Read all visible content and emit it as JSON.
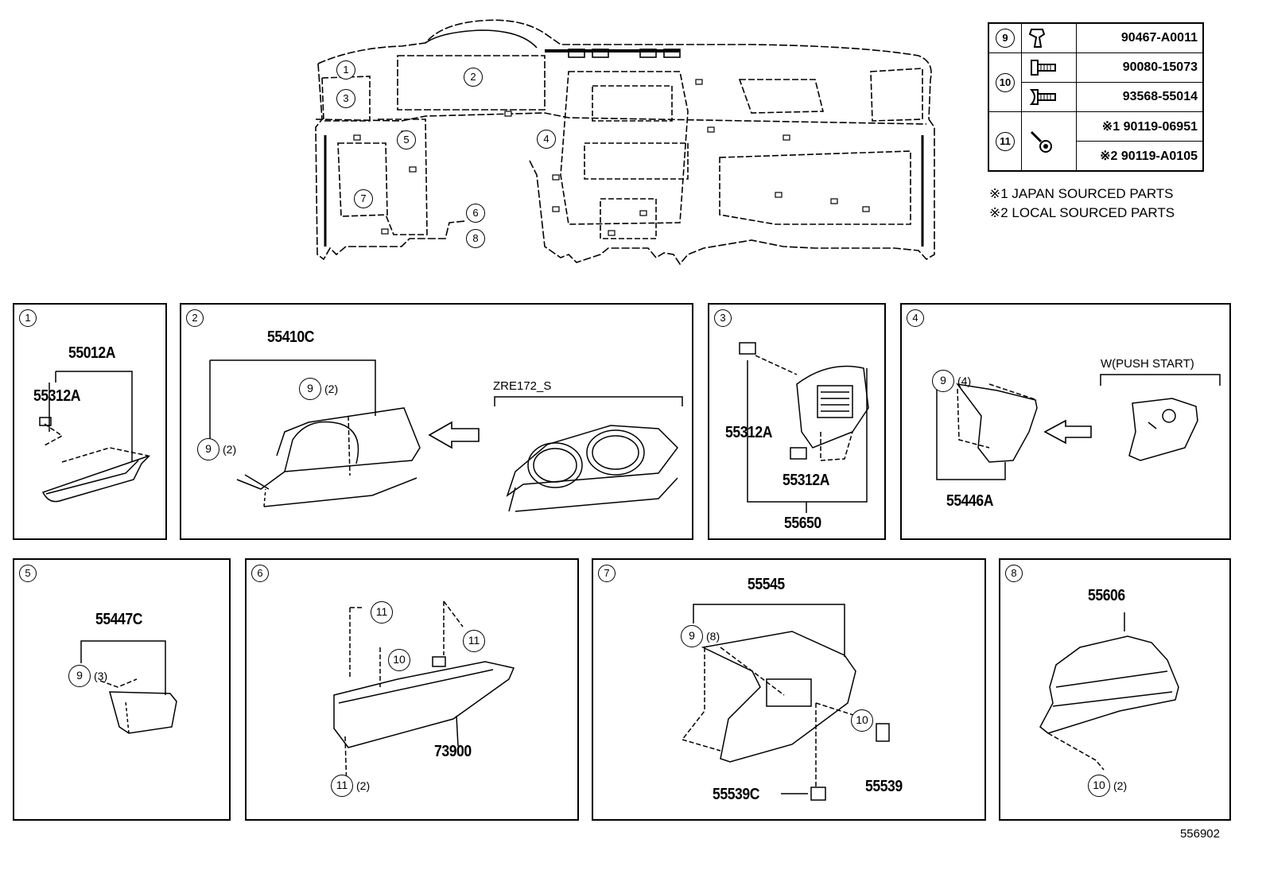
{
  "overview": {
    "callouts": [
      {
        "id": "c1",
        "num": "1"
      },
      {
        "id": "c2",
        "num": "2"
      },
      {
        "id": "c3",
        "num": "3"
      },
      {
        "id": "c4",
        "num": "4"
      },
      {
        "id": "c5",
        "num": "5"
      },
      {
        "id": "c6",
        "num": "6"
      },
      {
        "id": "c7",
        "num": "7"
      },
      {
        "id": "c8",
        "num": "8"
      }
    ]
  },
  "fastener_table": {
    "rows": [
      {
        "ref": "9",
        "part": "90467-A0011",
        "icon": "clip-icon"
      },
      {
        "ref": "10",
        "part": "90080-15073",
        "icon": "screw-icon"
      },
      {
        "ref": "10",
        "part": "93568-55014",
        "icon": "screw-icon"
      },
      {
        "ref": "11",
        "part": "90119-06951",
        "mark": "※1",
        "icon": "bolt-icon"
      },
      {
        "ref": "11",
        "part": "90119-A0105",
        "mark": "※2",
        "icon": "bolt-icon"
      }
    ],
    "notes": [
      "※1 JAPAN SOURCED PARTS",
      "※2 LOCAL SOURCED PARTS"
    ]
  },
  "panels": {
    "p1": {
      "num": "1",
      "labels": {
        "a": "55012A",
        "b": "55312A"
      }
    },
    "p2": {
      "num": "2",
      "labels": {
        "a": "55410C",
        "variant": "ZRE172_S"
      },
      "clips": [
        {
          "ref": "9",
          "qty": "(2)"
        },
        {
          "ref": "9",
          "qty": "(2)"
        }
      ]
    },
    "p3": {
      "num": "3",
      "labels": {
        "a": "55312A",
        "b": "55312A",
        "c": "55650"
      }
    },
    "p4": {
      "num": "4",
      "labels": {
        "a": "55446A",
        "variant": "W(PUSH START)"
      },
      "clips": [
        {
          "ref": "9",
          "qty": "(4)"
        }
      ]
    },
    "p5": {
      "num": "5",
      "labels": {
        "a": "55447C"
      },
      "clips": [
        {
          "ref": "9",
          "qty": "(3)"
        }
      ]
    },
    "p6": {
      "num": "6",
      "labels": {
        "a": "73900"
      },
      "clips": [
        {
          "ref": "11",
          "qty": ""
        },
        {
          "ref": "11",
          "qty": ""
        },
        {
          "ref": "10",
          "qty": ""
        },
        {
          "ref": "11",
          "qty": "(2)"
        }
      ]
    },
    "p7": {
      "num": "7",
      "labels": {
        "a": "55545",
        "b": "55539C",
        "c": "55539"
      },
      "clips": [
        {
          "ref": "9",
          "qty": "(8)"
        },
        {
          "ref": "10",
          "qty": ""
        }
      ]
    },
    "p8": {
      "num": "8",
      "labels": {
        "a": "55606"
      },
      "clips": [
        {
          "ref": "10",
          "qty": "(2)"
        }
      ]
    }
  },
  "footer": {
    "diagram_id": "556902"
  }
}
